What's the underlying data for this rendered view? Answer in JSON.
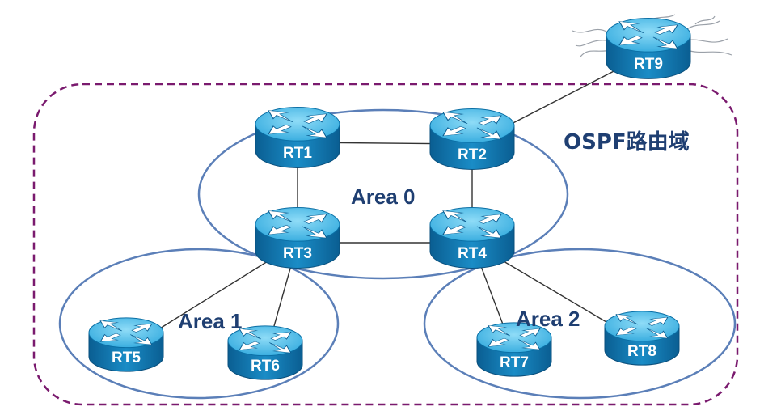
{
  "domain_label": "OSPF路由域",
  "areas": [
    {
      "id": "area0",
      "label": "Area 0"
    },
    {
      "id": "area1",
      "label": "Area 1"
    },
    {
      "id": "area2",
      "label": "Area 2"
    }
  ],
  "routers": [
    {
      "id": "rt1",
      "label": "RT1"
    },
    {
      "id": "rt2",
      "label": "RT2"
    },
    {
      "id": "rt3",
      "label": "RT3"
    },
    {
      "id": "rt4",
      "label": "RT4"
    },
    {
      "id": "rt5",
      "label": "RT5"
    },
    {
      "id": "rt6",
      "label": "RT6"
    },
    {
      "id": "rt7",
      "label": "RT7"
    },
    {
      "id": "rt8",
      "label": "RT8"
    },
    {
      "id": "rt9",
      "label": "RT9"
    }
  ],
  "links": [
    [
      "rt1",
      "rt2"
    ],
    [
      "rt1",
      "rt3"
    ],
    [
      "rt2",
      "rt4"
    ],
    [
      "rt3",
      "rt4"
    ],
    [
      "rt2",
      "rt9"
    ],
    [
      "rt3",
      "rt5"
    ],
    [
      "rt3",
      "rt6"
    ],
    [
      "rt4",
      "rt7"
    ],
    [
      "rt4",
      "rt8"
    ]
  ],
  "colors": {
    "router_top": "#4fc3ec",
    "router_body": "#0b6fa8",
    "area_stroke": "#5b7fb8",
    "domain_stroke": "#7a1a6e",
    "label": "#1f3f72"
  }
}
